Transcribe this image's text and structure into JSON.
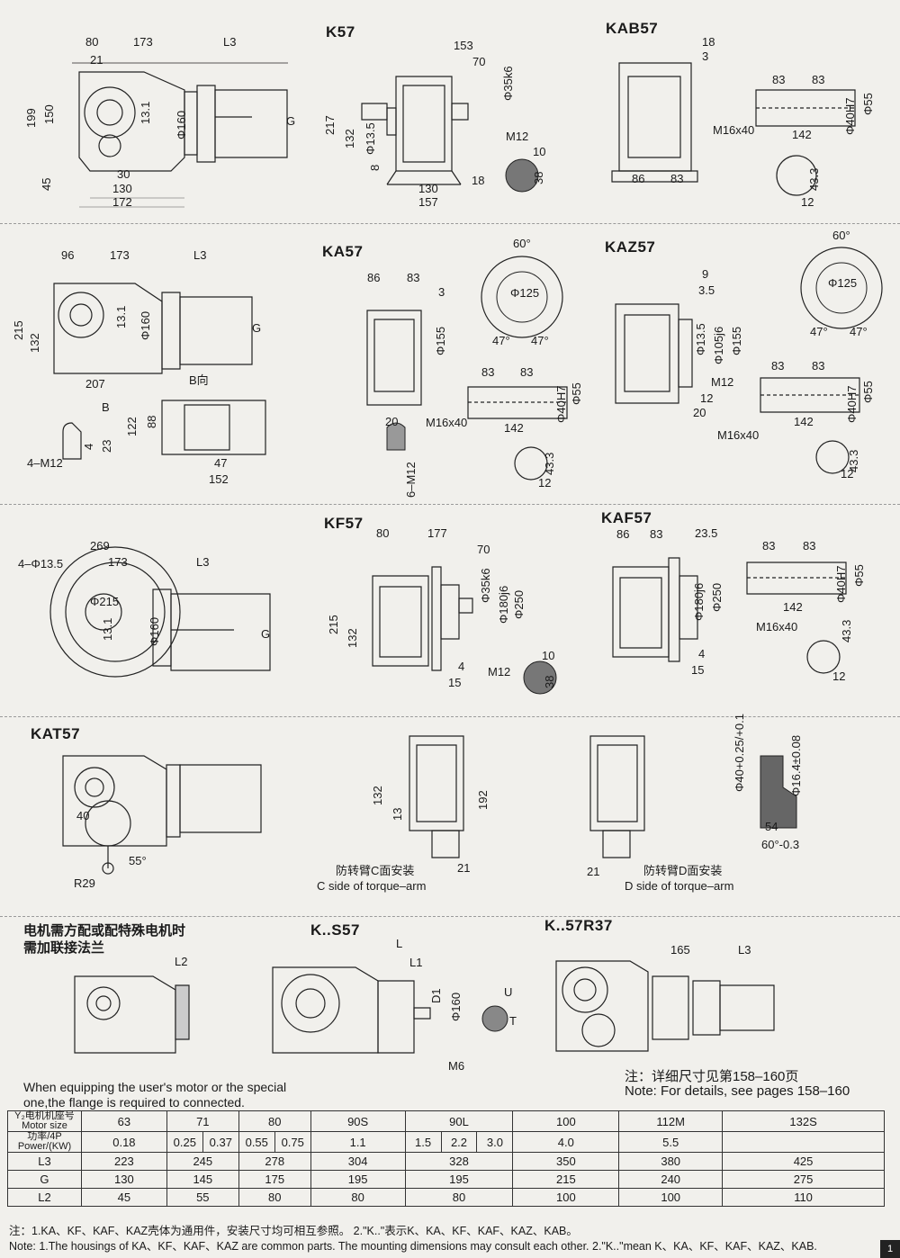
{
  "sections": {
    "k57": {
      "title": "K57",
      "dims": [
        "80",
        "173",
        "L3",
        "21",
        "199",
        "150",
        "Φ160",
        "13.1",
        "G",
        "45",
        "30",
        "130",
        "172"
      ]
    },
    "k57_front": {
      "dims": [
        "153",
        "70",
        "Φ35k6",
        "217",
        "132",
        "Φ13.5",
        "8",
        "M12",
        "10",
        "38",
        "18",
        "130",
        "157"
      ]
    },
    "kab57": {
      "title": "KAB57",
      "dims": [
        "18",
        "3",
        "83",
        "83",
        "Φ40H7",
        "Φ55",
        "M16x40",
        "142",
        "86",
        "83",
        "43.3",
        "12"
      ]
    },
    "ka57": {
      "title": "KA57",
      "dims": [
        "96",
        "173",
        "L3",
        "215",
        "132",
        "Φ160",
        "13.1",
        "G",
        "207",
        "B",
        "B向",
        "122",
        "88",
        "47",
        "152",
        "4",
        "23",
        "4–M12",
        "20",
        "6–M12",
        "86",
        "83",
        "3",
        "Φ155",
        "60°",
        "Φ125",
        "47°",
        "47°",
        "83",
        "83",
        "Φ40H7",
        "Φ55",
        "M16x40",
        "142",
        "43.3",
        "12"
      ]
    },
    "kaz57": {
      "title": "KAZ57",
      "dims": [
        "9",
        "3.5",
        "Φ13.5",
        "Φ105j6",
        "Φ155",
        "M12",
        "12",
        "20",
        "60°",
        "Φ125",
        "47°",
        "47°",
        "83",
        "83",
        "Φ40H7",
        "Φ55",
        "M16x40",
        "142",
        "43.3",
        "12"
      ]
    },
    "kf57": {
      "title": "KF57",
      "dims": [
        "269",
        "4–Φ13.5",
        "173",
        "L3",
        "Φ215",
        "13.1",
        "Φ160",
        "G",
        "80",
        "177",
        "70",
        "Φ35k6",
        "Φ180j6",
        "Φ250",
        "215",
        "132",
        "4",
        "15",
        "M12",
        "10",
        "38"
      ]
    },
    "kaf57": {
      "title": "KAF57",
      "dims": [
        "86",
        "83",
        "23.5",
        "Φ180j6",
        "Φ250",
        "4",
        "15",
        "83",
        "83",
        "Φ40H7",
        "Φ55",
        "142",
        "M16x40",
        "43.3",
        "12"
      ]
    },
    "kat57": {
      "title": "KAT57",
      "dims": [
        "40",
        "55°",
        "R29",
        "132",
        "13",
        "192",
        "21",
        "21",
        "54",
        "60°-0.3",
        "Φ40+0.25/+0.1",
        "Φ16.4±0.08"
      ],
      "c_side_cn": "防转臂C面安装",
      "c_side_en": "C side of torque–arm",
      "d_side_cn": "防转臂D面安装",
      "d_side_en": "D side of torque–arm"
    },
    "flange": {
      "text_cn_1": "电机需方配或配特殊电机时",
      "text_cn_2": "需加联接法兰",
      "dims": [
        "L2"
      ],
      "text_en": "When equipping the user's motor or the special one,the flange is required to connected."
    },
    "ks57": {
      "title": "K..S57",
      "dims": [
        "L",
        "L1",
        "D1",
        "Φ160",
        "M6",
        "U",
        "T"
      ]
    },
    "k57r37": {
      "title": "K..57R37",
      "dims": [
        "165",
        "L3"
      ]
    }
  },
  "note": {
    "cn": "注：详细尺寸见第158–160页",
    "en": "Note: For details, see pages 158–160"
  },
  "table": {
    "rows": [
      {
        "h1": "Y₂电机机座号",
        "h2": "Motor size",
        "cells": [
          "63",
          "71",
          "80",
          "90S",
          "90L",
          "100",
          "112M",
          "132S"
        ]
      },
      {
        "h1": "功率/4P",
        "h2": "Power/(KW)",
        "cells": [
          "0.18",
          "0.25",
          "0.37",
          "0.55",
          "0.75",
          "1.1",
          "1.5",
          "2.2",
          "3.0",
          "4.0",
          "5.5"
        ]
      },
      {
        "h1": "L3",
        "cells": [
          "223",
          "245",
          "278",
          "304",
          "328",
          "350",
          "380",
          "425"
        ]
      },
      {
        "h1": "G",
        "cells": [
          "130",
          "145",
          "175",
          "195",
          "195",
          "215",
          "240",
          "275"
        ]
      },
      {
        "h1": "L2",
        "cells": [
          "45",
          "55",
          "80",
          "80",
          "80",
          "100",
          "100",
          "110"
        ]
      }
    ]
  },
  "footnotes": {
    "cn": "注：1.KA、KF、KAF、KAZ壳体为通用件，安装尺寸均可相互参照。 2.\"K..\"表示K、KA、KF、KAF、KAZ、KAB。",
    "en": "Note: 1.The housings of KA、KF、KAF、KAZ are common parts. The mounting dimensions may consult each other.    2.\"K..\"mean K、KA、KF、KAF、KAZ、KAB."
  },
  "page_tab": "1"
}
